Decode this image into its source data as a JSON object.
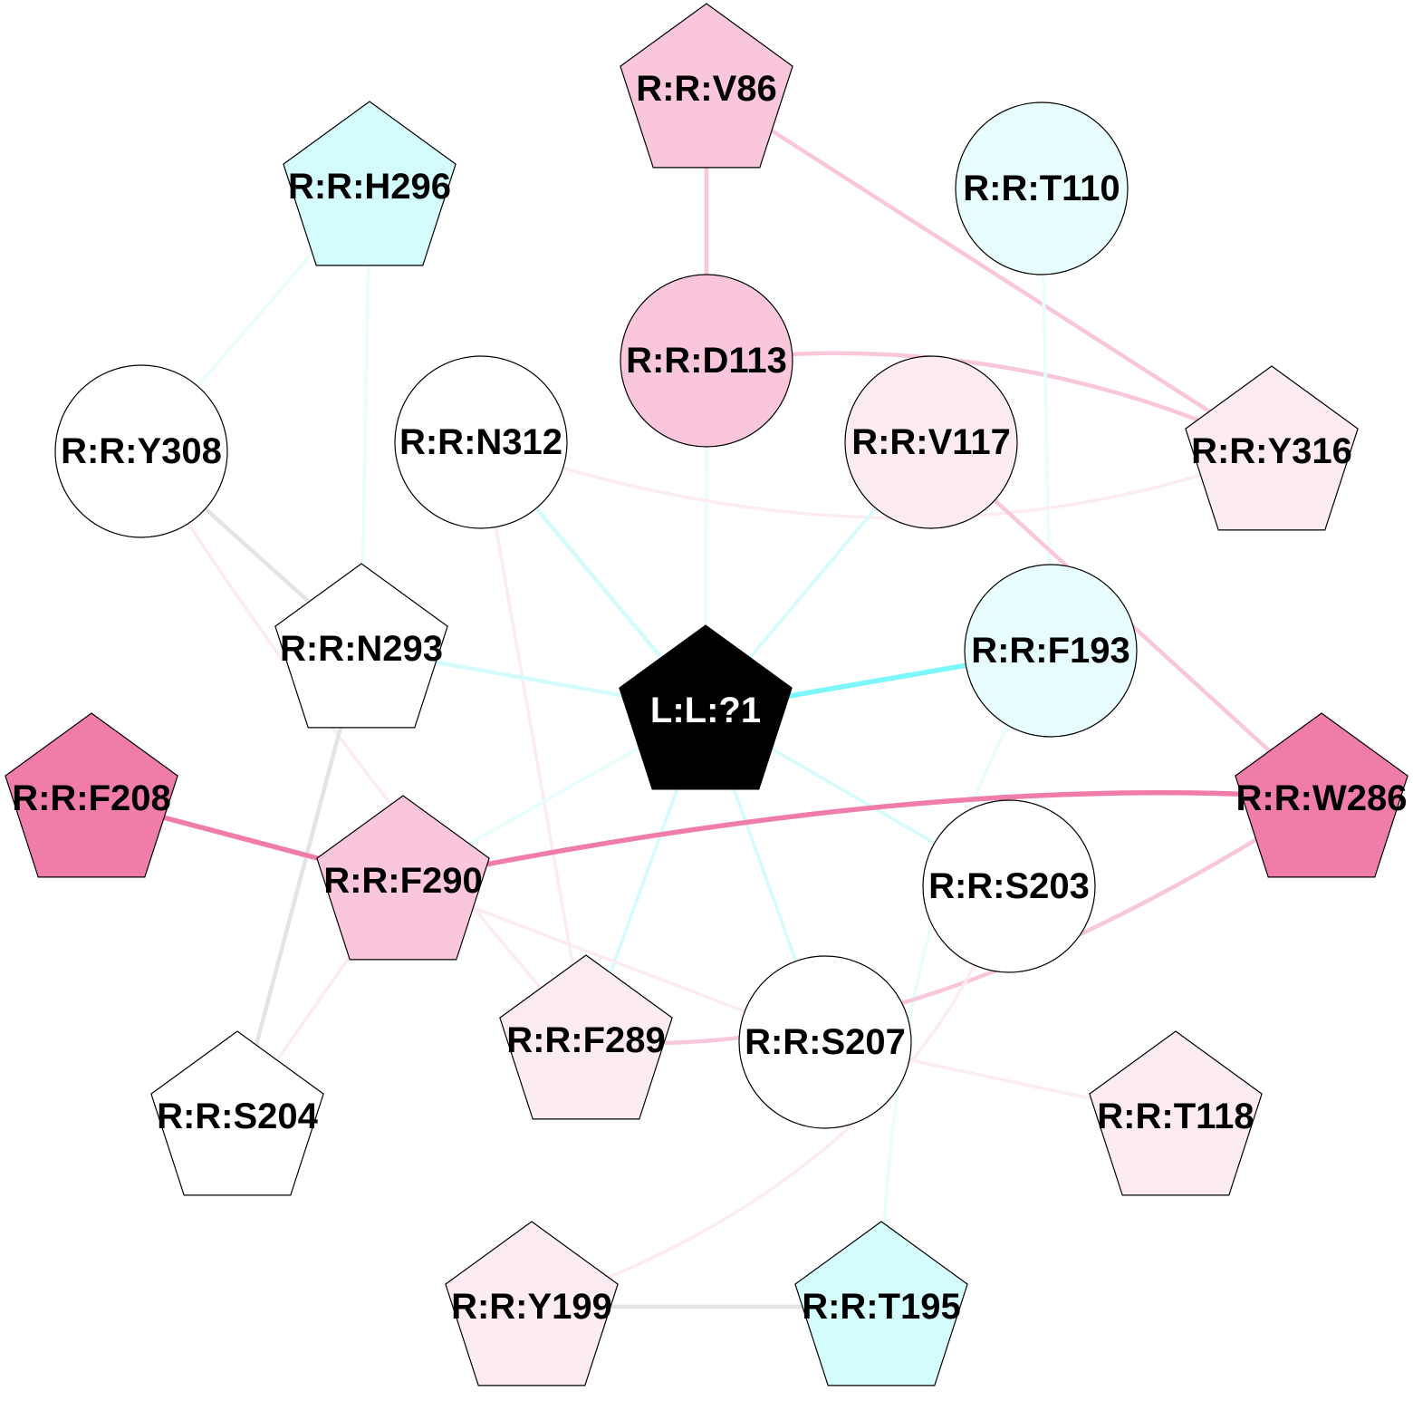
{
  "colors": {
    "background": "#ffffff",
    "white": "#ffffff",
    "pink_strong": "#f07caa",
    "pink_medium": "#f9c6dc",
    "pink_light": "#fcebf3",
    "cyan_strong": "#7cf7fb",
    "cyan_medium": "#d4fcfd",
    "cyan_light": "#e8fdfd",
    "gray": "#e4e4e4",
    "ligand": "#000000"
  },
  "nodes": [
    {
      "id": "V86",
      "label": "R:R:V86",
      "shape": "pentagon",
      "fill": "pink_medium"
    },
    {
      "id": "H296",
      "label": "R:R:H296",
      "shape": "pentagon",
      "fill": "cyan_medium"
    },
    {
      "id": "T110",
      "label": "R:R:T110",
      "shape": "circle",
      "fill": "cyan_light"
    },
    {
      "id": "D113",
      "label": "R:R:D113",
      "shape": "circle",
      "fill": "pink_medium"
    },
    {
      "id": "Y308",
      "label": "R:R:Y308",
      "shape": "circle",
      "fill": "white"
    },
    {
      "id": "N312",
      "label": "R:R:N312",
      "shape": "circle",
      "fill": "white"
    },
    {
      "id": "V117",
      "label": "R:R:V117",
      "shape": "circle",
      "fill": "pink_light"
    },
    {
      "id": "Y316",
      "label": "R:R:Y316",
      "shape": "pentagon",
      "fill": "pink_light"
    },
    {
      "id": "N293",
      "label": "R:R:N293",
      "shape": "pentagon",
      "fill": "white"
    },
    {
      "id": "F193",
      "label": "R:R:F193",
      "shape": "circle",
      "fill": "cyan_light"
    },
    {
      "id": "L1",
      "label": "L:L:?1",
      "shape": "pentagon",
      "fill": "ligand"
    },
    {
      "id": "F208",
      "label": "R:R:F208",
      "shape": "pentagon",
      "fill": "pink_strong"
    },
    {
      "id": "W286",
      "label": "R:R:W286",
      "shape": "pentagon",
      "fill": "pink_strong"
    },
    {
      "id": "F290",
      "label": "R:R:F290",
      "shape": "pentagon",
      "fill": "pink_medium"
    },
    {
      "id": "S203",
      "label": "R:R:S203",
      "shape": "circle",
      "fill": "white"
    },
    {
      "id": "F289",
      "label": "R:R:F289",
      "shape": "pentagon",
      "fill": "pink_light"
    },
    {
      "id": "S207",
      "label": "R:R:S207",
      "shape": "circle",
      "fill": "white"
    },
    {
      "id": "S204",
      "label": "R:R:S204",
      "shape": "pentagon",
      "fill": "white"
    },
    {
      "id": "T118",
      "label": "R:R:T118",
      "shape": "pentagon",
      "fill": "pink_light"
    },
    {
      "id": "Y199",
      "label": "R:R:Y199",
      "shape": "pentagon",
      "fill": "pink_light"
    },
    {
      "id": "T195",
      "label": "R:R:T195",
      "shape": "pentagon",
      "fill": "cyan_medium"
    }
  ],
  "edges": [
    {
      "from": "V86",
      "to": "D113",
      "color": "pink_medium",
      "weight": 2
    },
    {
      "from": "V86",
      "to": "Y316",
      "color": "pink_medium",
      "weight": 2
    },
    {
      "from": "D113",
      "to": "Y316",
      "color": "pink_medium",
      "weight": 2
    },
    {
      "from": "D113",
      "to": "L1",
      "color": "cyan_light",
      "weight": 1
    },
    {
      "from": "H296",
      "to": "Y308",
      "color": "cyan_light",
      "weight": 1
    },
    {
      "from": "H296",
      "to": "N293",
      "color": "cyan_light",
      "weight": 1
    },
    {
      "from": "T110",
      "to": "F193",
      "color": "cyan_light",
      "weight": 1
    },
    {
      "from": "N312",
      "to": "Y316",
      "color": "pink_light",
      "weight": 1
    },
    {
      "from": "N312",
      "to": "L1",
      "color": "cyan_medium",
      "weight": 2
    },
    {
      "from": "N312",
      "to": "F289",
      "color": "pink_light",
      "weight": 1
    },
    {
      "from": "V117",
      "to": "L1",
      "color": "cyan_medium",
      "weight": 1
    },
    {
      "from": "V117",
      "to": "W286",
      "color": "pink_medium",
      "weight": 2
    },
    {
      "from": "Y308",
      "to": "N293",
      "color": "gray",
      "weight": 2
    },
    {
      "from": "Y308",
      "to": "F289",
      "color": "pink_light",
      "weight": 1
    },
    {
      "from": "N293",
      "to": "L1",
      "color": "cyan_medium",
      "weight": 2
    },
    {
      "from": "N293",
      "to": "S204",
      "color": "gray",
      "weight": 2
    },
    {
      "from": "F193",
      "to": "L1",
      "color": "cyan_strong",
      "weight": 3
    },
    {
      "from": "F193",
      "to": "T195",
      "color": "cyan_light",
      "weight": 1
    },
    {
      "from": "L1",
      "to": "F290",
      "color": "cyan_light",
      "weight": 1
    },
    {
      "from": "L1",
      "to": "F289",
      "color": "cyan_medium",
      "weight": 1
    },
    {
      "from": "L1",
      "to": "S207",
      "color": "cyan_medium",
      "weight": 1
    },
    {
      "from": "L1",
      "to": "S203",
      "color": "cyan_medium",
      "weight": 1
    },
    {
      "from": "F208",
      "to": "F290",
      "color": "pink_strong",
      "weight": 3
    },
    {
      "from": "F290",
      "to": "W286",
      "color": "pink_strong",
      "weight": 3
    },
    {
      "from": "F290",
      "to": "S207",
      "color": "pink_light",
      "weight": 1
    },
    {
      "from": "F290",
      "to": "S204",
      "color": "pink_light",
      "weight": 1
    },
    {
      "from": "W286",
      "to": "F289",
      "color": "pink_medium",
      "weight": 2
    },
    {
      "from": "S203",
      "to": "Y199",
      "color": "pink_light",
      "weight": 1
    },
    {
      "from": "S207",
      "to": "T118",
      "color": "pink_light",
      "weight": 1
    },
    {
      "from": "Y199",
      "to": "T195",
      "color": "gray",
      "weight": 2
    }
  ]
}
